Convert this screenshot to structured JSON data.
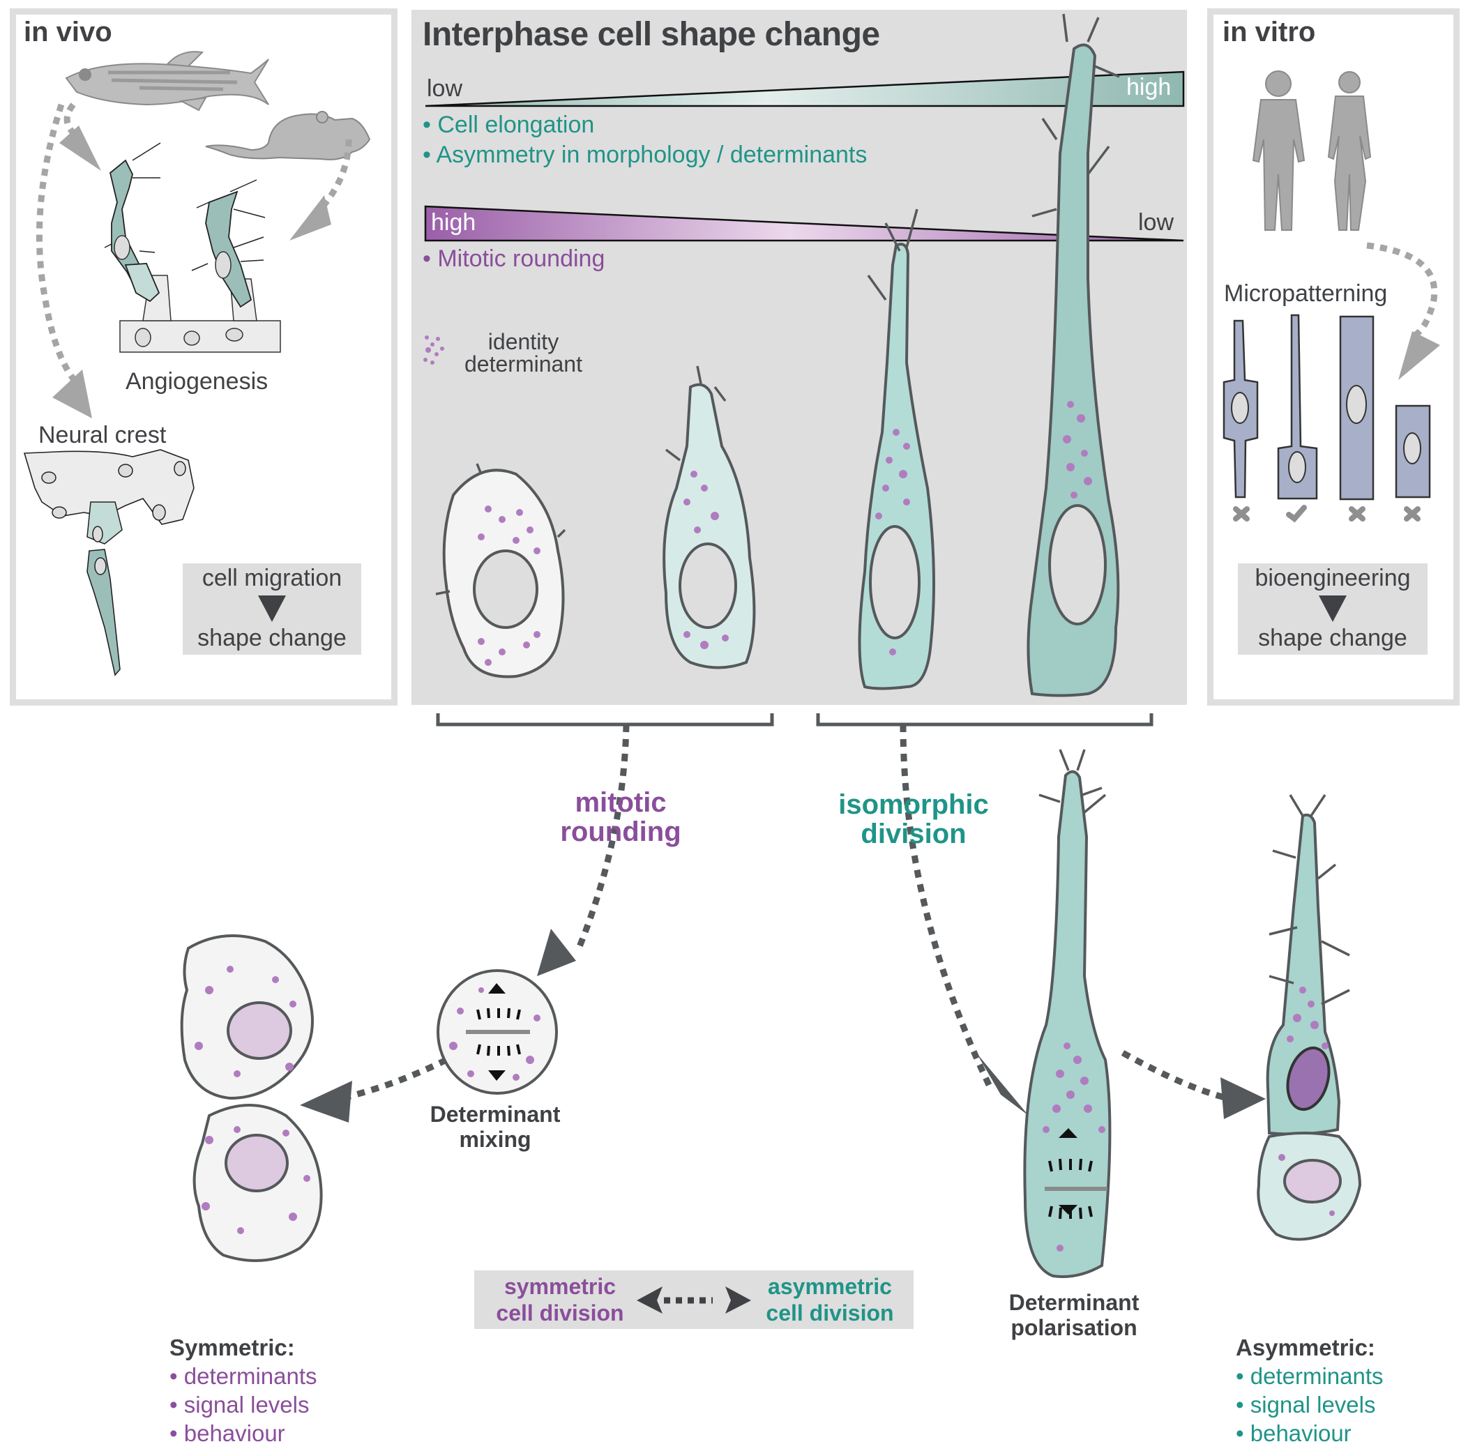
{
  "panels": {
    "in_vivo": {
      "title": "in vivo",
      "angiogenesis_label": "Angiogenesis",
      "neural_crest_label": "Neural crest",
      "summary_box": {
        "top": "cell migration",
        "bottom": "shape change"
      }
    },
    "center": {
      "title": "Interphase cell shape change",
      "gradient_elongation": {
        "left": "low",
        "right": "high",
        "color": "#8fb8b0"
      },
      "elongation_bullets": [
        "Cell elongation",
        "Asymmetry in morphology / determinants"
      ],
      "gradient_rounding": {
        "left": "high",
        "right": "low",
        "color": "#9a5fa8"
      },
      "rounding_bullets": [
        "Mitotic rounding"
      ],
      "legend": {
        "line1": "identity",
        "line2": "determinant"
      }
    },
    "in_vitro": {
      "title": "in vitro",
      "micropatterning_label": "Micropatterning",
      "pattern_outcomes": [
        "cross",
        "check",
        "cross",
        "cross"
      ],
      "summary_box": {
        "top": "bioengineering",
        "bottom": "shape change"
      }
    }
  },
  "lower": {
    "mitotic_rounding": {
      "line1": "mitotic",
      "line2": "rounding"
    },
    "isomorphic_division": {
      "line1": "isomorphic",
      "line2": "division"
    },
    "determinant_mixing": {
      "line1": "Determinant",
      "line2": "mixing"
    },
    "determinant_polarisation": {
      "line1": "Determinant",
      "line2": "polarisation"
    },
    "division_box": {
      "left": {
        "line1": "symmetric",
        "line2": "cell division"
      },
      "right": {
        "line1": "asymmetric",
        "line2": "cell division"
      }
    },
    "symmetric_outcome": {
      "title": "Symmetric:",
      "items": [
        "determinants",
        "signal levels",
        "behaviour"
      ]
    },
    "asymmetric_outcome": {
      "title": "Asymmetric:",
      "items": [
        "determinants",
        "signal levels",
        "behaviour"
      ]
    }
  },
  "colors": {
    "teal_text": "#1f9488",
    "purple_text": "#8a4e9b",
    "dark_text": "#3f4144",
    "panel_grey": "#dedede",
    "cell_teal": "#a9d3cd",
    "cell_teal_light": "#d6ebe7",
    "determinant": "#b07cc0"
  }
}
